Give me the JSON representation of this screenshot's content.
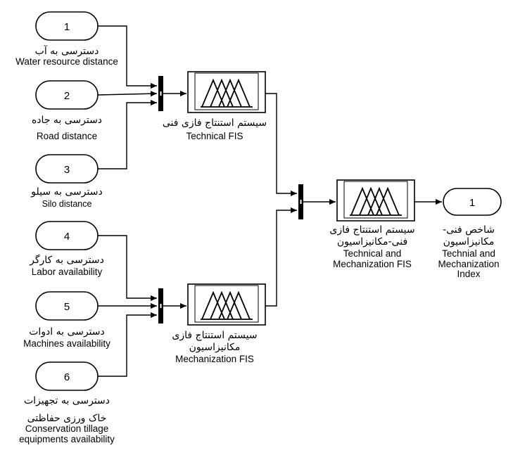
{
  "inports": [
    {
      "number": "1",
      "label_fa": "دسترسی به آب",
      "label_en": "Water resource distance"
    },
    {
      "number": "2",
      "label_fa": "دسترسی به جاده",
      "label_en": "Road distance"
    },
    {
      "number": "3",
      "label_fa": "دسترسی به سیلو",
      "label_en": "Silo distance"
    },
    {
      "number": "4",
      "label_fa": "دسترسی به کارگر",
      "label_en": "Labor availability"
    },
    {
      "number": "5",
      "label_fa": "دسترسی به ادوات",
      "label_en": "Machines availability"
    },
    {
      "number": "6",
      "label_fa": "دسترسی به تجهیزات",
      "label_fa_2": "خاک ورزی حفاظتی",
      "label_en": "Conservation tillage",
      "label_en_2": "equipments availability"
    }
  ],
  "fis_blocks": {
    "technical": {
      "label_fa": "سیستم استنتاج فازی فنی",
      "label_en": "Technical FIS"
    },
    "mechanization": {
      "label_fa": "سیستم استنتاج فازی",
      "label_fa_2": "مکانیزاسیون",
      "label_en": "Mechanization FIS"
    },
    "combined": {
      "label_fa": "سیستم استنتاج فازی",
      "label_fa_2": "فنی-مکانیزاسیون",
      "label_en": "Technical and",
      "label_en_2": "Mechanization FIS"
    }
  },
  "outport": {
    "number": "1",
    "label_fa": "شاخص فنی-",
    "label_fa_2": "مکانیزاسیون",
    "label_en": "Technial and",
    "label_en_2": "Mechanization",
    "label_en_3": "Index"
  }
}
